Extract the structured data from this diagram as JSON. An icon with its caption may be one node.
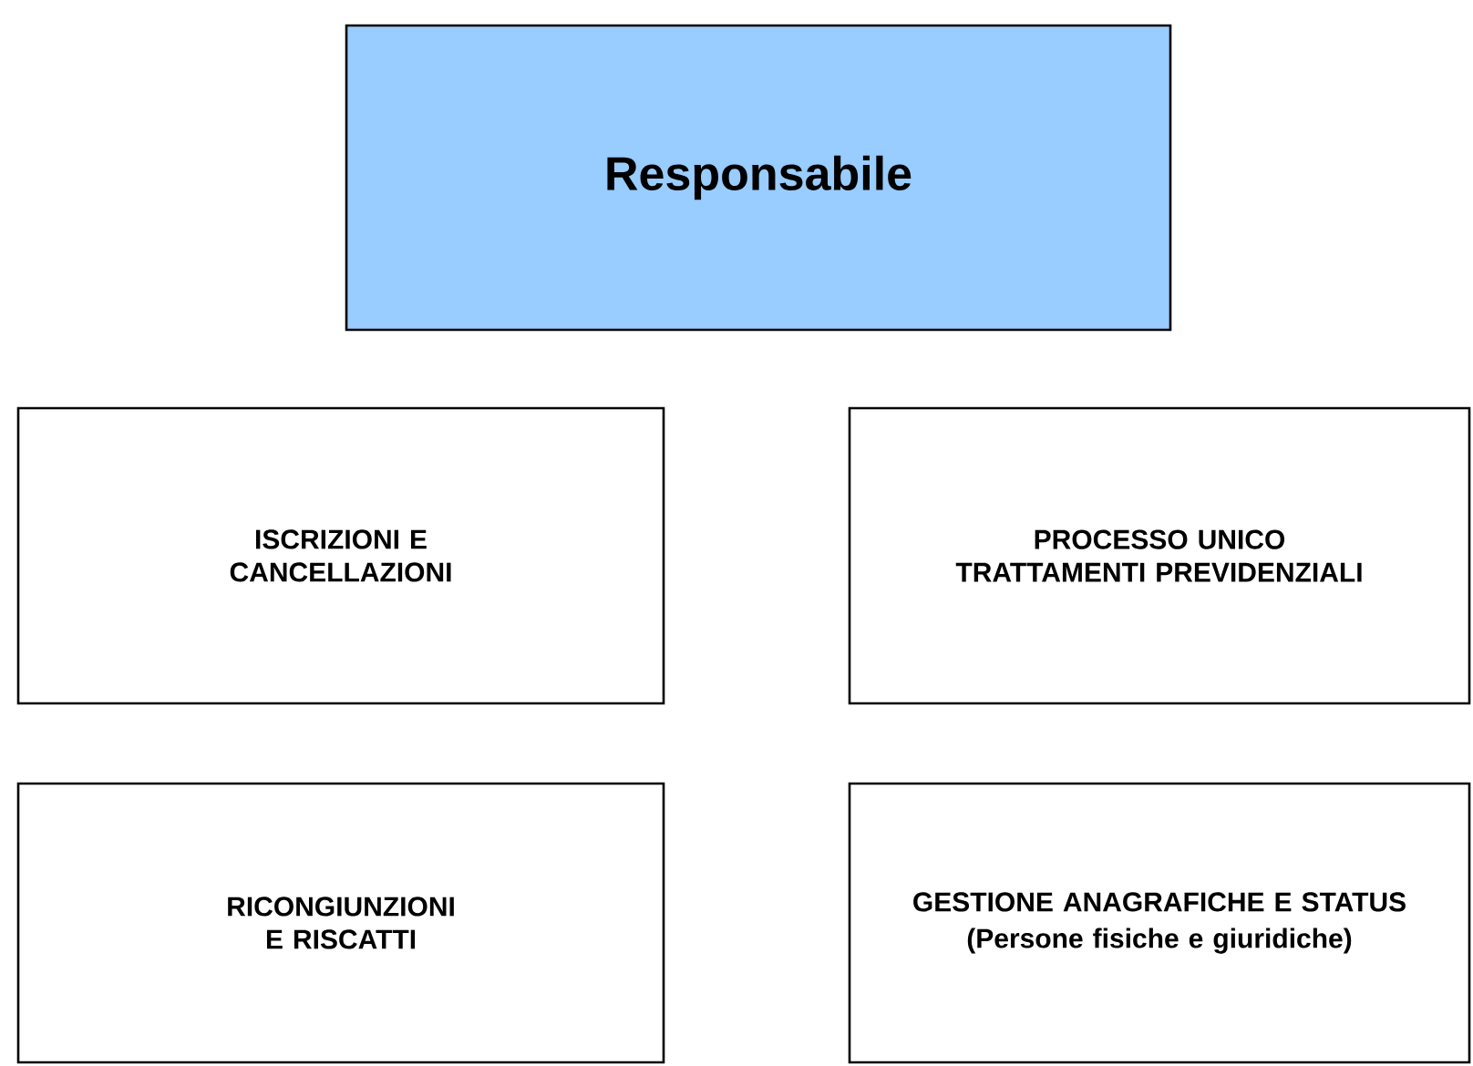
{
  "diagram": {
    "nodes": [
      {
        "text": [
          "Responsabile"
        ]
      },
      {
        "text": [
          "ISCRIZIONI E CANCELLAZIONI"
        ]
      },
      {
        "text": [
          "PROCESSO UNICO TRATTAMENTI PREVIDENZIALI"
        ]
      },
      {
        "text": [
          "RICONGIUNZIONI E RISCATTI"
        ]
      },
      {
        "text": [
          "GESTIONE ANAGRAFICHE E STATUS",
          "(Persone fisiche e giuridiche)"
        ]
      }
    ]
  }
}
